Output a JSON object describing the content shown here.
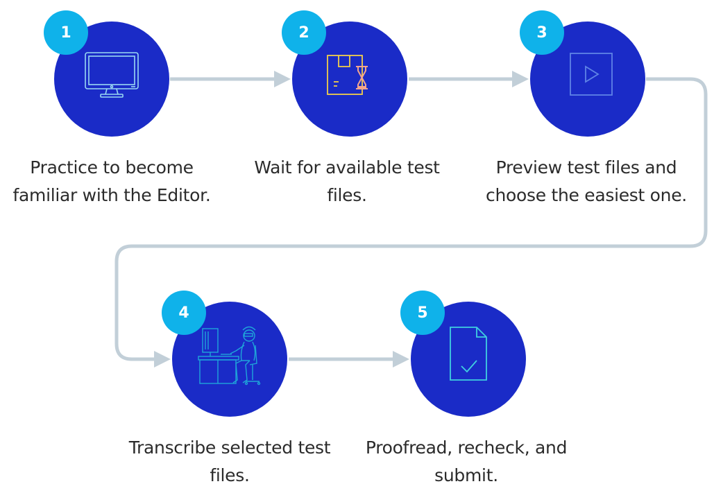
{
  "colors": {
    "circle": "#1a2bc7",
    "badge": "#0fb2ea",
    "connector": "#c2cfd8",
    "text": "#2b2b2b"
  },
  "steps": [
    {
      "number": "1",
      "icon": "monitor-icon",
      "caption_lines": [
        "Practice to become",
        "familiar with the Editor."
      ]
    },
    {
      "number": "2",
      "icon": "package-hourglass-icon",
      "caption_lines": [
        "Wait for available test",
        "files."
      ]
    },
    {
      "number": "3",
      "icon": "play-preview-icon",
      "caption_lines": [
        "Preview test files and",
        "choose the easiest one."
      ]
    },
    {
      "number": "4",
      "icon": "person-at-desk-icon",
      "caption_lines": [
        "Transcribe selected test",
        "files."
      ]
    },
    {
      "number": "5",
      "icon": "document-check-icon",
      "caption_lines": [
        "Proofread, recheck, and",
        "submit."
      ]
    }
  ]
}
